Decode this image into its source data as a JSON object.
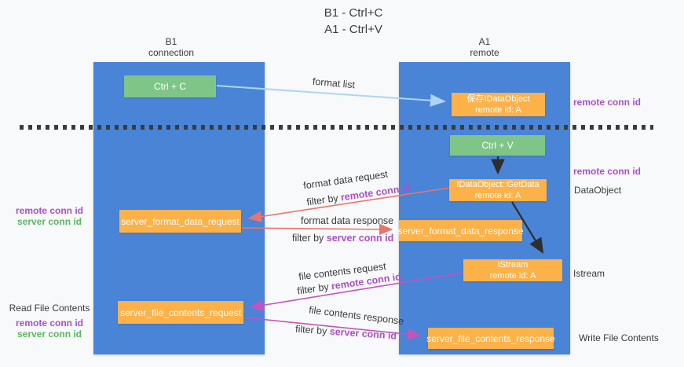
{
  "title": {
    "line1": "B1 - Ctrl+C",
    "line2": "A1 - Ctrl+V"
  },
  "columns": {
    "left": {
      "title": "B1",
      "subtitle": "connection"
    },
    "right": {
      "title": "A1",
      "subtitle": "remote"
    }
  },
  "nodes": {
    "ctrl_c": "Ctrl + C",
    "save_idataobject": {
      "line1": "保存IDataObject",
      "line2": "remote id: A"
    },
    "ctrl_v": "Ctrl + V",
    "getdata": {
      "line1": "IDataObject::GetData",
      "line2": "remote id: A"
    },
    "format_request": "server_format_data_request",
    "format_response": "server_format_data_response",
    "istream": {
      "line1": "IStream",
      "line2": "remote id: A"
    },
    "file_request": "server_file_contents_request",
    "file_response": "server_file_contents_response"
  },
  "flow_labels": {
    "format_list": "format list",
    "format_data_request": "format data request",
    "format_data_response": "format data response",
    "file_contents_request": "file contents request",
    "file_contents_response": "file contents response",
    "filter_by": "filter by ",
    "remote_conn_id": "remote conn id",
    "server_conn_id": "server conn id"
  },
  "side_labels": {
    "right_top_remote_conn_id": "remote conn id",
    "right_mid_remote_conn_id": "remote conn id",
    "dataobject": "DataObject",
    "istream": "Istream",
    "write_file_contents": "Write File Contents",
    "left_remote_conn_id": "remote conn id",
    "left_server_conn_id": "server conn id",
    "read_file_contents": "Read File Contents",
    "left_bottom_remote_conn_id": "remote conn id",
    "left_bottom_server_conn_id": "server conn id"
  },
  "colors": {
    "column_blue": "#4a84d7",
    "node_orange": "#fcb249",
    "node_green": "#80c588",
    "label_purple": "#ab4fc8",
    "label_green": "#5cb860",
    "arrow_light_blue": "#aed5f2",
    "arrow_salmon": "#e8756d",
    "arrow_magenta": "#c653bd",
    "arrow_black": "#2e2e2e",
    "dashed_line": "#3b3b3b"
  }
}
